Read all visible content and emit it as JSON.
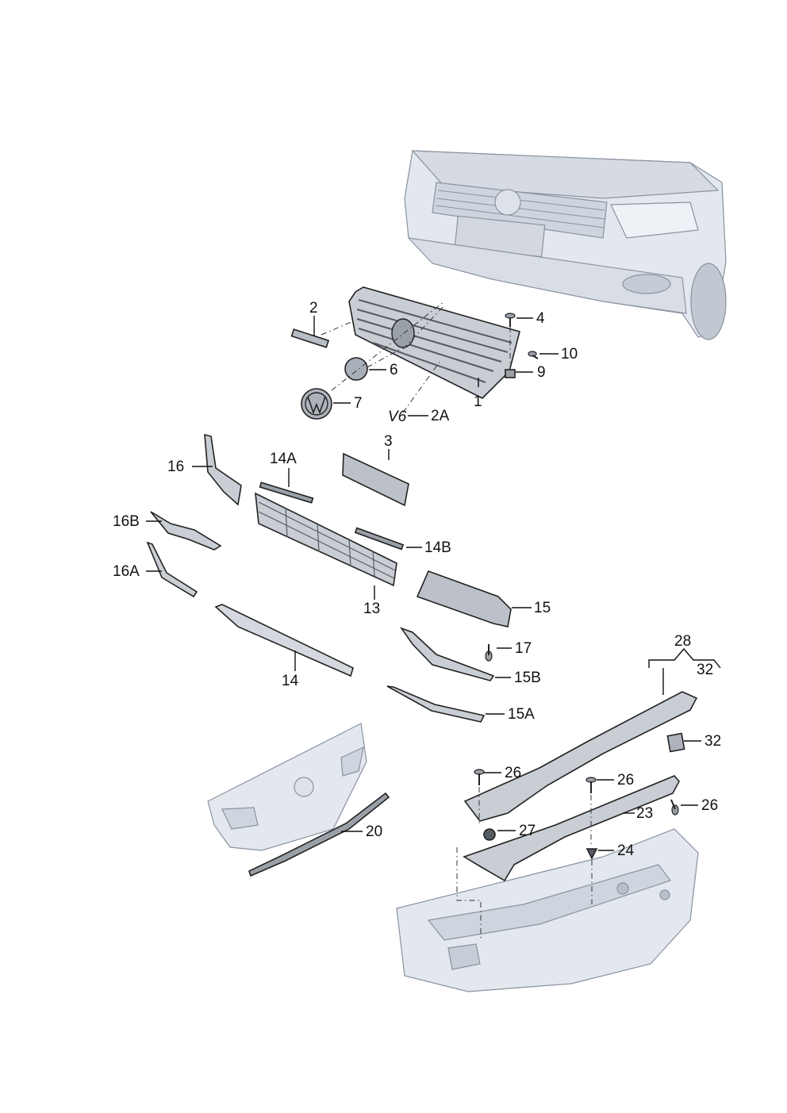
{
  "colors": {
    "ghost_fill": "#e3e7ee",
    "ghost_shade": "#cfd5de",
    "part_fill": "#c9cdd4",
    "part_dark": "#8d939c",
    "ink": "#111111"
  },
  "callouts": {
    "p1": "1",
    "p2": "2",
    "p2a": "2A",
    "p3": "3",
    "p4": "4",
    "p6": "6",
    "p7": "7",
    "p9": "9",
    "p10": "10",
    "p13": "13",
    "p14": "14",
    "p14a": "14A",
    "p14b": "14B",
    "p15": "15",
    "p15a": "15A",
    "p15b": "15B",
    "p16": "16",
    "p16a": "16A",
    "p16b": "16B",
    "p17": "17",
    "p20": "20",
    "p23": "23",
    "p24": "24",
    "p26a": "26",
    "p26b": "26",
    "p26c": "26",
    "p27": "27",
    "p28": "28",
    "p32a": "32",
    "p32b": "32",
    "v6": "V6"
  }
}
